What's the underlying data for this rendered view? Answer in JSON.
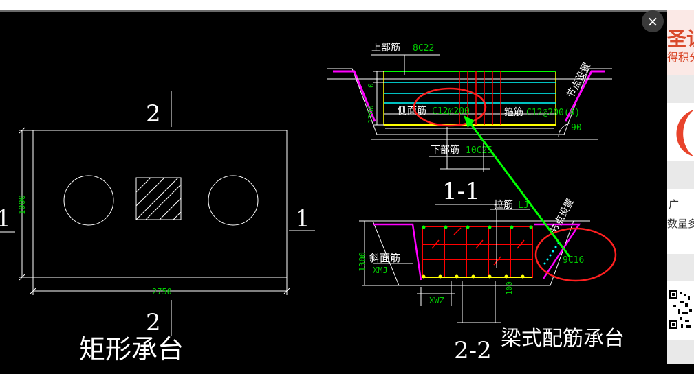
{
  "close_icon": "×",
  "drawing": {
    "plan": {
      "section_label_top": "2",
      "section_label_bottom": "2",
      "section_label_left": "1",
      "section_label_right": "1",
      "dim_height": "1000",
      "dim_width": "2750",
      "title": "矩形承台"
    },
    "section11": {
      "title": "1-1",
      "top_bar_label": "上部筋",
      "top_bar_value": "8C22",
      "dim_0": "0",
      "dim_height": "1200",
      "side_bar_label": "侧面筋",
      "side_bar_value": "C12@200",
      "stirrup_label": "箍筋",
      "stirrup_value": "C12@200(4)",
      "bottom_bar_label": "下部筋",
      "bottom_bar_value": "10C25",
      "node_label": "节点设置",
      "angle": "90"
    },
    "section22": {
      "title": "2-2",
      "tie_label": "拉筋",
      "tie_value": "LJ",
      "dim_height": "1300",
      "slope_label": "斜面筋",
      "slope_value": "XMJ",
      "xwz_label": "XWZ",
      "dim_100": "100",
      "node_label": "节点设置",
      "node_value": "9C16"
    },
    "caption": "梁式配筋承台"
  },
  "right_edge": {
    "text1": "圣认",
    "text2": "得积分",
    "text3": "广",
    "text4": "数量多"
  },
  "colors": {
    "background": "#000000",
    "white": "#ffffff",
    "green": "#00ff00",
    "yellow": "#ffff00",
    "cyan": "#00ffff",
    "magenta": "#ff00ff",
    "red": "#ff0000",
    "dim_green": "#00cc00"
  }
}
